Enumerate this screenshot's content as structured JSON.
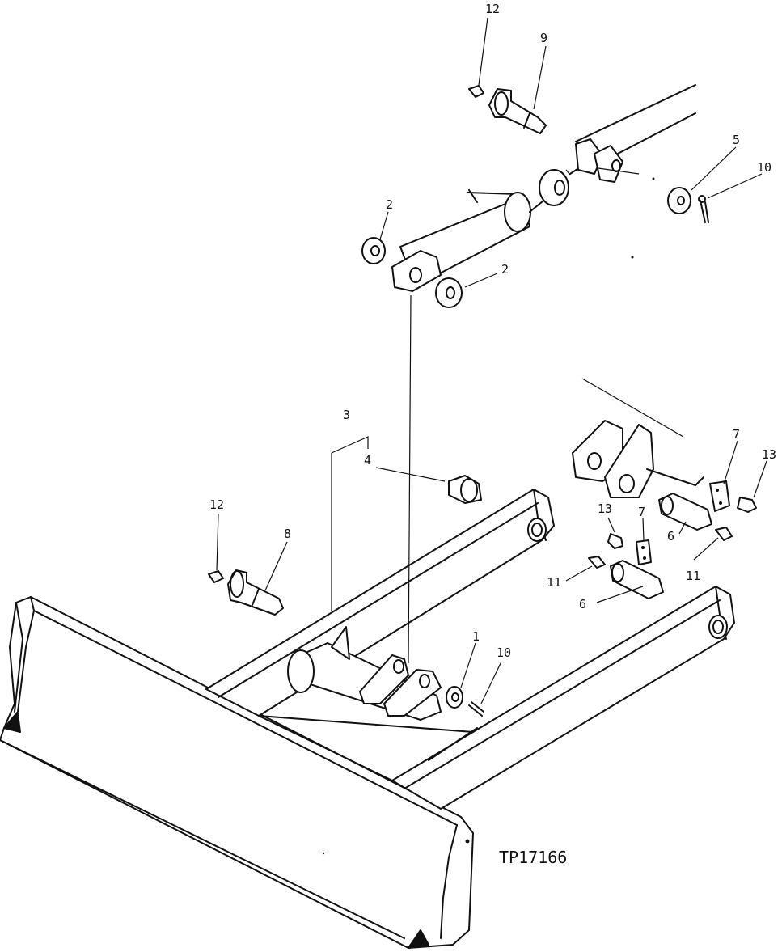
{
  "figure_code": "TP17166",
  "callouts": [
    "1",
    "2",
    "2",
    "3",
    "4",
    "5",
    "6",
    "6",
    "7",
    "7",
    "8",
    "9",
    "10",
    "10",
    "11",
    "11",
    "12",
    "12",
    "13",
    "13"
  ]
}
